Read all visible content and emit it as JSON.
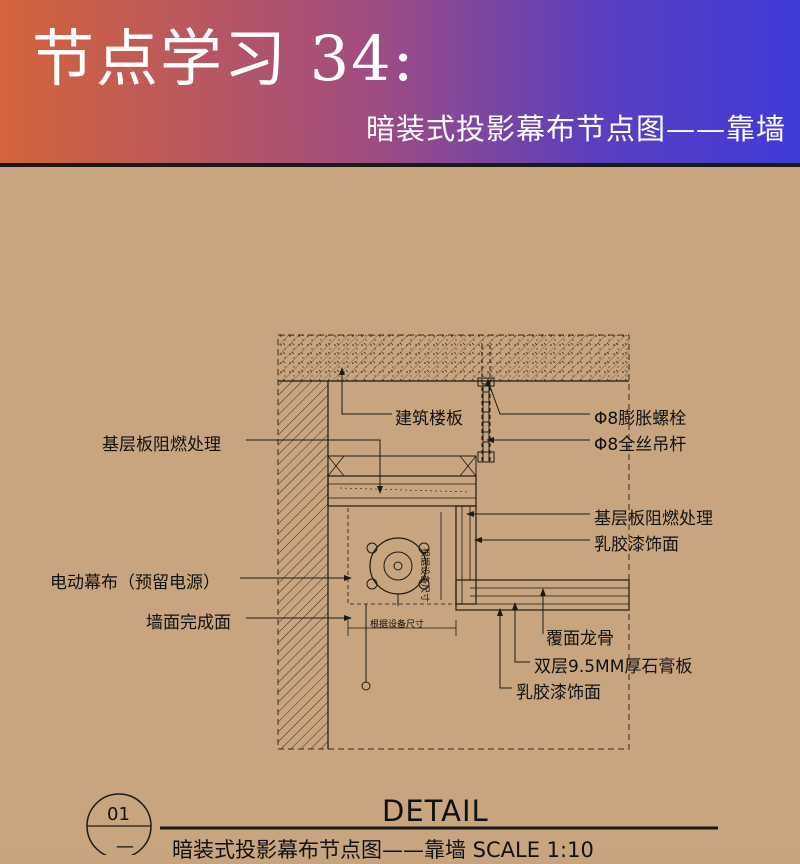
{
  "header": {
    "title": "节点学习 34:",
    "subtitle": "暗装式投影幕布节点图——靠墙"
  },
  "labels": {
    "building_slab": "建筑楼板",
    "expansion_bolt": "Φ8膨胀螺栓",
    "threaded_rod": "Φ8全丝吊杆",
    "base_board_left": "基层板阻燃处理",
    "base_board_right": "基层板阻燃处理",
    "latex_paint_right": "乳胶漆饰面",
    "motor_screen": "电动幕布（预留电源）",
    "wall_finish": "墙面完成面",
    "cover_keel": "覆面龙骨",
    "gypsum_board": "双层9.5MM厚石膏板",
    "latex_paint_bottom": "乳胶漆饰面",
    "equipment_size": "根据设备尺寸",
    "equipment_size_vertical": "根据设备尺寸"
  },
  "detail": {
    "heading": "DETAIL",
    "number": "01",
    "dash": "—",
    "caption": "暗装式投影幕布节点图——靠墙 SCALE 1:10"
  }
}
